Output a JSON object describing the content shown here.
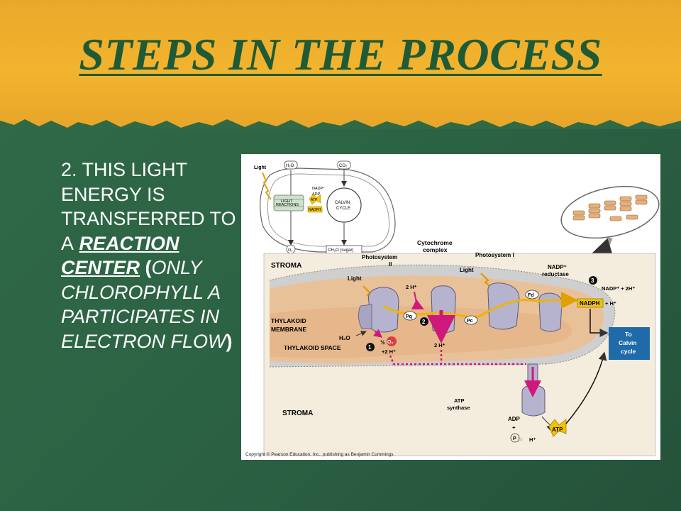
{
  "slide": {
    "title": "STEPS IN THE PROCESS",
    "body": {
      "number": "2.",
      "lead": "This light energy is transferred to a",
      "emphasis": "reaction center",
      "paren_open": "(",
      "note": "only chlorophyll a participates in electron flow",
      "paren_close": ")"
    }
  },
  "diagram": {
    "overview": {
      "light": "Light",
      "h2o": "H₂O",
      "co2": "CO₂",
      "nadp": "NADP⁺",
      "adp": "ADP",
      "light_reactions_1": "LIGHT",
      "light_reactions_2": "REACTIONS",
      "atp": "ATP",
      "nadph": "NADPH",
      "calvin_1": "CALVIN",
      "calvin_2": "CYCLE",
      "o2": "O₂",
      "sugar": "CH₂O (sugar)"
    },
    "labels": {
      "stroma_top": "STROMA",
      "stroma_bottom": "STROMA",
      "thylakoid_membrane_1": "THYLAKOID",
      "thylakoid_membrane_2": "MEMBRANE",
      "thylakoid_space": "THYLAKOID SPACE",
      "photosystem2_1": "Photosystem",
      "photosystem2_2": "II",
      "cytochrome_1": "Cytochrome",
      "cytochrome_2": "complex",
      "photosystem1": "Photosystem I",
      "light_1": "Light",
      "light_2": "Light",
      "nadp_reductase_1": "NADP⁺",
      "nadp_reductase_2": "reductase",
      "nadp_plus": "NADP⁺ + 2H⁺",
      "nadph": "NADPH",
      "h_plus_right": "+ H⁺",
      "two_h_top": "2 H⁺",
      "two_h_mid": "2 H⁺",
      "pq": "Pq",
      "pc": "Pc",
      "fd": "Fd",
      "h2o": "H₂O",
      "half_o2": "½",
      "o2": "O₂",
      "plus_2h": "+2 H⁺",
      "atp_synthase_1": "ATP",
      "atp_synthase_2": "synthase",
      "adp": "ADP",
      "plus": "+",
      "pi": "P",
      "pi_sub": "i",
      "h_plus_bottom": "H⁺",
      "atp": "ATP",
      "calvin_box_1": "To",
      "calvin_box_2": "Calvin",
      "calvin_box_3": "cycle",
      "step1": "1",
      "step2": "2",
      "step3": "3",
      "copyright": "Copyright © Pearson Education, Inc., publishing as Benjamin Cummings."
    },
    "colors": {
      "stroma": "#f4ecdc",
      "membrane_head": "#cfcfcf",
      "thylakoid_space": "#e9c199",
      "protein": "#b6b3cf",
      "electron_path": "#f0b400",
      "proton": "#d0187a",
      "calvin_box": "#1f6aa8"
    }
  }
}
